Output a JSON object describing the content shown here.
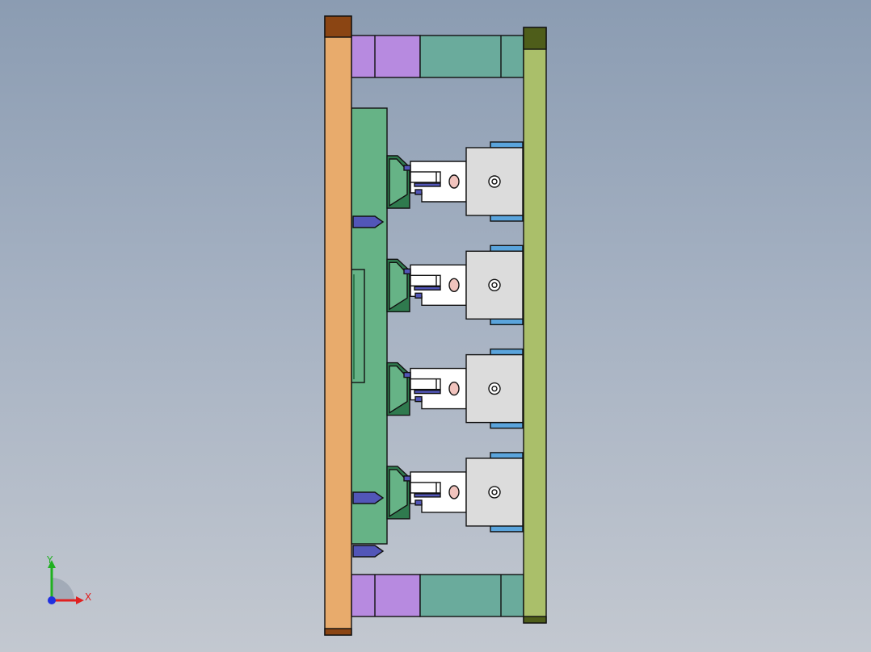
{
  "viewport": {
    "background_top": "#8b9cb2",
    "background_bottom": "#c3c8d0"
  },
  "model": {
    "parts": {
      "clamp_plate_left": "#e8ab6c",
      "clamp_plate_left_cap": "#8b4513",
      "clamp_plate_right": "#aabf6a",
      "clamp_plate_right_cap": "#4e5d1a",
      "spacer_violet": "#b78ae0",
      "spacer_teal": "#6aab9c",
      "core_plate": "#66b386",
      "core_plate_dark": "#2f7a4e",
      "slide_block": "#ffffff",
      "guide_block": "#dcdcdc",
      "rail_blue": "#5aa4dc",
      "pin_blue": "#5256b8",
      "insert_pink": "#f1c3bd"
    },
    "cavity_count": 4
  },
  "triad": {
    "x_label": "X",
    "y_label": "Y",
    "x_color": "#e02020",
    "y_color": "#20b020",
    "z_color": "#2030e0"
  }
}
